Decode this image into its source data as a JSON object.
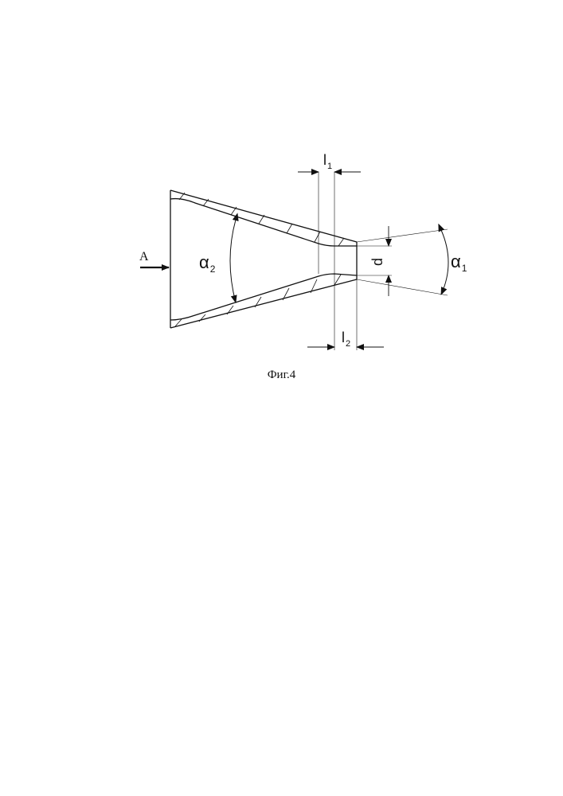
{
  "figure": {
    "caption": "Фиг.4",
    "labels": {
      "arrow": "A",
      "alpha": "α",
      "alpha2_sub": "2",
      "alpha1_sub": "1",
      "l": "l",
      "l1_sub": "1",
      "l2_sub": "2",
      "d": "d"
    }
  }
}
